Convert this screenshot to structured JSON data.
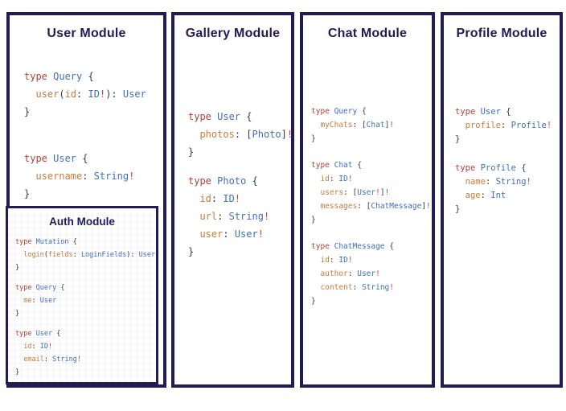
{
  "modules": [
    {
      "title": "User Module",
      "blocks": [
        [
          [
            [
              "k",
              "type "
            ],
            [
              "t",
              "Query "
            ],
            [
              "p",
              "{"
            ]
          ],
          [
            [
              "p",
              "  "
            ],
            [
              "f",
              "user"
            ],
            [
              "p",
              "("
            ],
            [
              "f",
              "id"
            ],
            [
              "p",
              ": "
            ],
            [
              "t",
              "ID"
            ],
            [
              "r",
              "!"
            ],
            [
              "p",
              "): "
            ],
            [
              "t",
              "User"
            ]
          ],
          [
            [
              "p",
              "}"
            ]
          ]
        ],
        [
          [
            [
              "k",
              "type "
            ],
            [
              "t",
              "User "
            ],
            [
              "p",
              "{"
            ]
          ],
          [
            [
              "p",
              "  "
            ],
            [
              "f",
              "username"
            ],
            [
              "p",
              ": "
            ],
            [
              "t",
              "String"
            ],
            [
              "r",
              "!"
            ]
          ],
          [
            [
              "p",
              "}"
            ]
          ]
        ]
      ]
    },
    {
      "title": "Gallery Module",
      "blocks": [
        [
          [
            [
              "k",
              "type "
            ],
            [
              "t",
              "User "
            ],
            [
              "p",
              "{"
            ]
          ],
          [
            [
              "p",
              "  "
            ],
            [
              "f",
              "photos"
            ],
            [
              "p",
              ": ["
            ],
            [
              "t",
              "Photo"
            ],
            [
              "p",
              "]"
            ],
            [
              "r",
              "!"
            ]
          ],
          [
            [
              "p",
              "}"
            ]
          ]
        ],
        [
          [
            [
              "k",
              "type "
            ],
            [
              "t",
              "Photo "
            ],
            [
              "p",
              "{"
            ]
          ],
          [
            [
              "p",
              "  "
            ],
            [
              "f",
              "id"
            ],
            [
              "p",
              ": "
            ],
            [
              "t",
              "ID"
            ],
            [
              "r",
              "!"
            ]
          ],
          [
            [
              "p",
              "  "
            ],
            [
              "f",
              "url"
            ],
            [
              "p",
              ": "
            ],
            [
              "t",
              "String"
            ],
            [
              "r",
              "!"
            ]
          ],
          [
            [
              "p",
              "  "
            ],
            [
              "f",
              "user"
            ],
            [
              "p",
              ": "
            ],
            [
              "t",
              "User"
            ],
            [
              "r",
              "!"
            ]
          ],
          [
            [
              "p",
              "}"
            ]
          ]
        ]
      ]
    },
    {
      "title": "Chat Module",
      "blocks": [
        [
          [
            [
              "k",
              "type "
            ],
            [
              "t",
              "Query "
            ],
            [
              "p",
              "{"
            ]
          ],
          [
            [
              "p",
              "  "
            ],
            [
              "f",
              "myChats"
            ],
            [
              "p",
              ": ["
            ],
            [
              "t",
              "Chat"
            ],
            [
              "p",
              "]"
            ],
            [
              "r",
              "!"
            ]
          ],
          [
            [
              "p",
              "}"
            ]
          ]
        ],
        [
          [
            [
              "k",
              "type "
            ],
            [
              "t",
              "Chat "
            ],
            [
              "p",
              "{"
            ]
          ],
          [
            [
              "p",
              "  "
            ],
            [
              "f",
              "id"
            ],
            [
              "p",
              ": "
            ],
            [
              "t",
              "ID"
            ],
            [
              "r",
              "!"
            ]
          ],
          [
            [
              "p",
              "  "
            ],
            [
              "f",
              "users"
            ],
            [
              "p",
              ": ["
            ],
            [
              "t",
              "User"
            ],
            [
              "r",
              "!"
            ],
            [
              "p",
              "]"
            ],
            [
              "r",
              "!"
            ]
          ],
          [
            [
              "p",
              "  "
            ],
            [
              "f",
              "messages"
            ],
            [
              "p",
              ": ["
            ],
            [
              "t",
              "ChatMessage"
            ],
            [
              "p",
              "]"
            ],
            [
              "r",
              "!"
            ]
          ],
          [
            [
              "p",
              "}"
            ]
          ]
        ],
        [
          [
            [
              "k",
              "type "
            ],
            [
              "t",
              "ChatMessage "
            ],
            [
              "p",
              "{"
            ]
          ],
          [
            [
              "p",
              "  "
            ],
            [
              "f",
              "id"
            ],
            [
              "p",
              ": "
            ],
            [
              "t",
              "ID"
            ],
            [
              "r",
              "!"
            ]
          ],
          [
            [
              "p",
              "  "
            ],
            [
              "f",
              "author"
            ],
            [
              "p",
              ": "
            ],
            [
              "t",
              "User"
            ],
            [
              "r",
              "!"
            ]
          ],
          [
            [
              "p",
              "  "
            ],
            [
              "f",
              "content"
            ],
            [
              "p",
              ": "
            ],
            [
              "t",
              "String"
            ],
            [
              "r",
              "!"
            ]
          ],
          [
            [
              "p",
              "}"
            ]
          ]
        ]
      ]
    },
    {
      "title": "Profile Module",
      "blocks": [
        [
          [
            [
              "k",
              "type "
            ],
            [
              "t",
              "User "
            ],
            [
              "p",
              "{"
            ]
          ],
          [
            [
              "p",
              "  "
            ],
            [
              "f",
              "profile"
            ],
            [
              "p",
              ": "
            ],
            [
              "t",
              "Profile"
            ],
            [
              "r",
              "!"
            ]
          ],
          [
            [
              "p",
              "}"
            ]
          ]
        ],
        [
          [
            [
              "k",
              "type "
            ],
            [
              "t",
              "Profile "
            ],
            [
              "p",
              "{"
            ]
          ],
          [
            [
              "p",
              "  "
            ],
            [
              "f",
              "name"
            ],
            [
              "p",
              ": "
            ],
            [
              "t",
              "String"
            ],
            [
              "r",
              "!"
            ]
          ],
          [
            [
              "p",
              "  "
            ],
            [
              "f",
              "age"
            ],
            [
              "p",
              ": "
            ],
            [
              "t",
              "Int"
            ]
          ],
          [
            [
              "p",
              "}"
            ]
          ]
        ]
      ]
    }
  ],
  "auth": {
    "title": "Auth Module",
    "blocks": [
      [
        [
          [
            "k",
            "type "
          ],
          [
            "t",
            "Mutation "
          ],
          [
            "p",
            "{"
          ]
        ],
        [
          [
            "p",
            "  "
          ],
          [
            "f",
            "login"
          ],
          [
            "p",
            "("
          ],
          [
            "f",
            "fields"
          ],
          [
            "p",
            ": "
          ],
          [
            "t",
            "LoginFields"
          ],
          [
            "p",
            "): "
          ],
          [
            "t",
            "User"
          ]
        ],
        [
          [
            "p",
            "}"
          ]
        ]
      ],
      [
        [
          [
            "k",
            "type "
          ],
          [
            "t",
            "Query "
          ],
          [
            "p",
            "{"
          ]
        ],
        [
          [
            "p",
            "  "
          ],
          [
            "f",
            "me"
          ],
          [
            "p",
            ": "
          ],
          [
            "t",
            "User"
          ]
        ],
        [
          [
            "p",
            "}"
          ]
        ]
      ],
      [
        [
          [
            "k",
            "type "
          ],
          [
            "t",
            "User "
          ],
          [
            "p",
            "{"
          ]
        ],
        [
          [
            "p",
            "  "
          ],
          [
            "f",
            "id"
          ],
          [
            "p",
            ": "
          ],
          [
            "t",
            "ID"
          ],
          [
            "r",
            "!"
          ]
        ],
        [
          [
            "p",
            "  "
          ],
          [
            "f",
            "email"
          ],
          [
            "p",
            ": "
          ],
          [
            "t",
            "String"
          ],
          [
            "r",
            "!"
          ]
        ],
        [
          [
            "p",
            "}"
          ]
        ]
      ]
    ]
  },
  "colors": {
    "border_navy": "#211b56",
    "keyword_red": "#b2423a",
    "type_blue": "#3f6fbf",
    "field_orange": "#cc7a36",
    "bang_red": "#cf4232",
    "punctuation": "#3b3b3b"
  }
}
